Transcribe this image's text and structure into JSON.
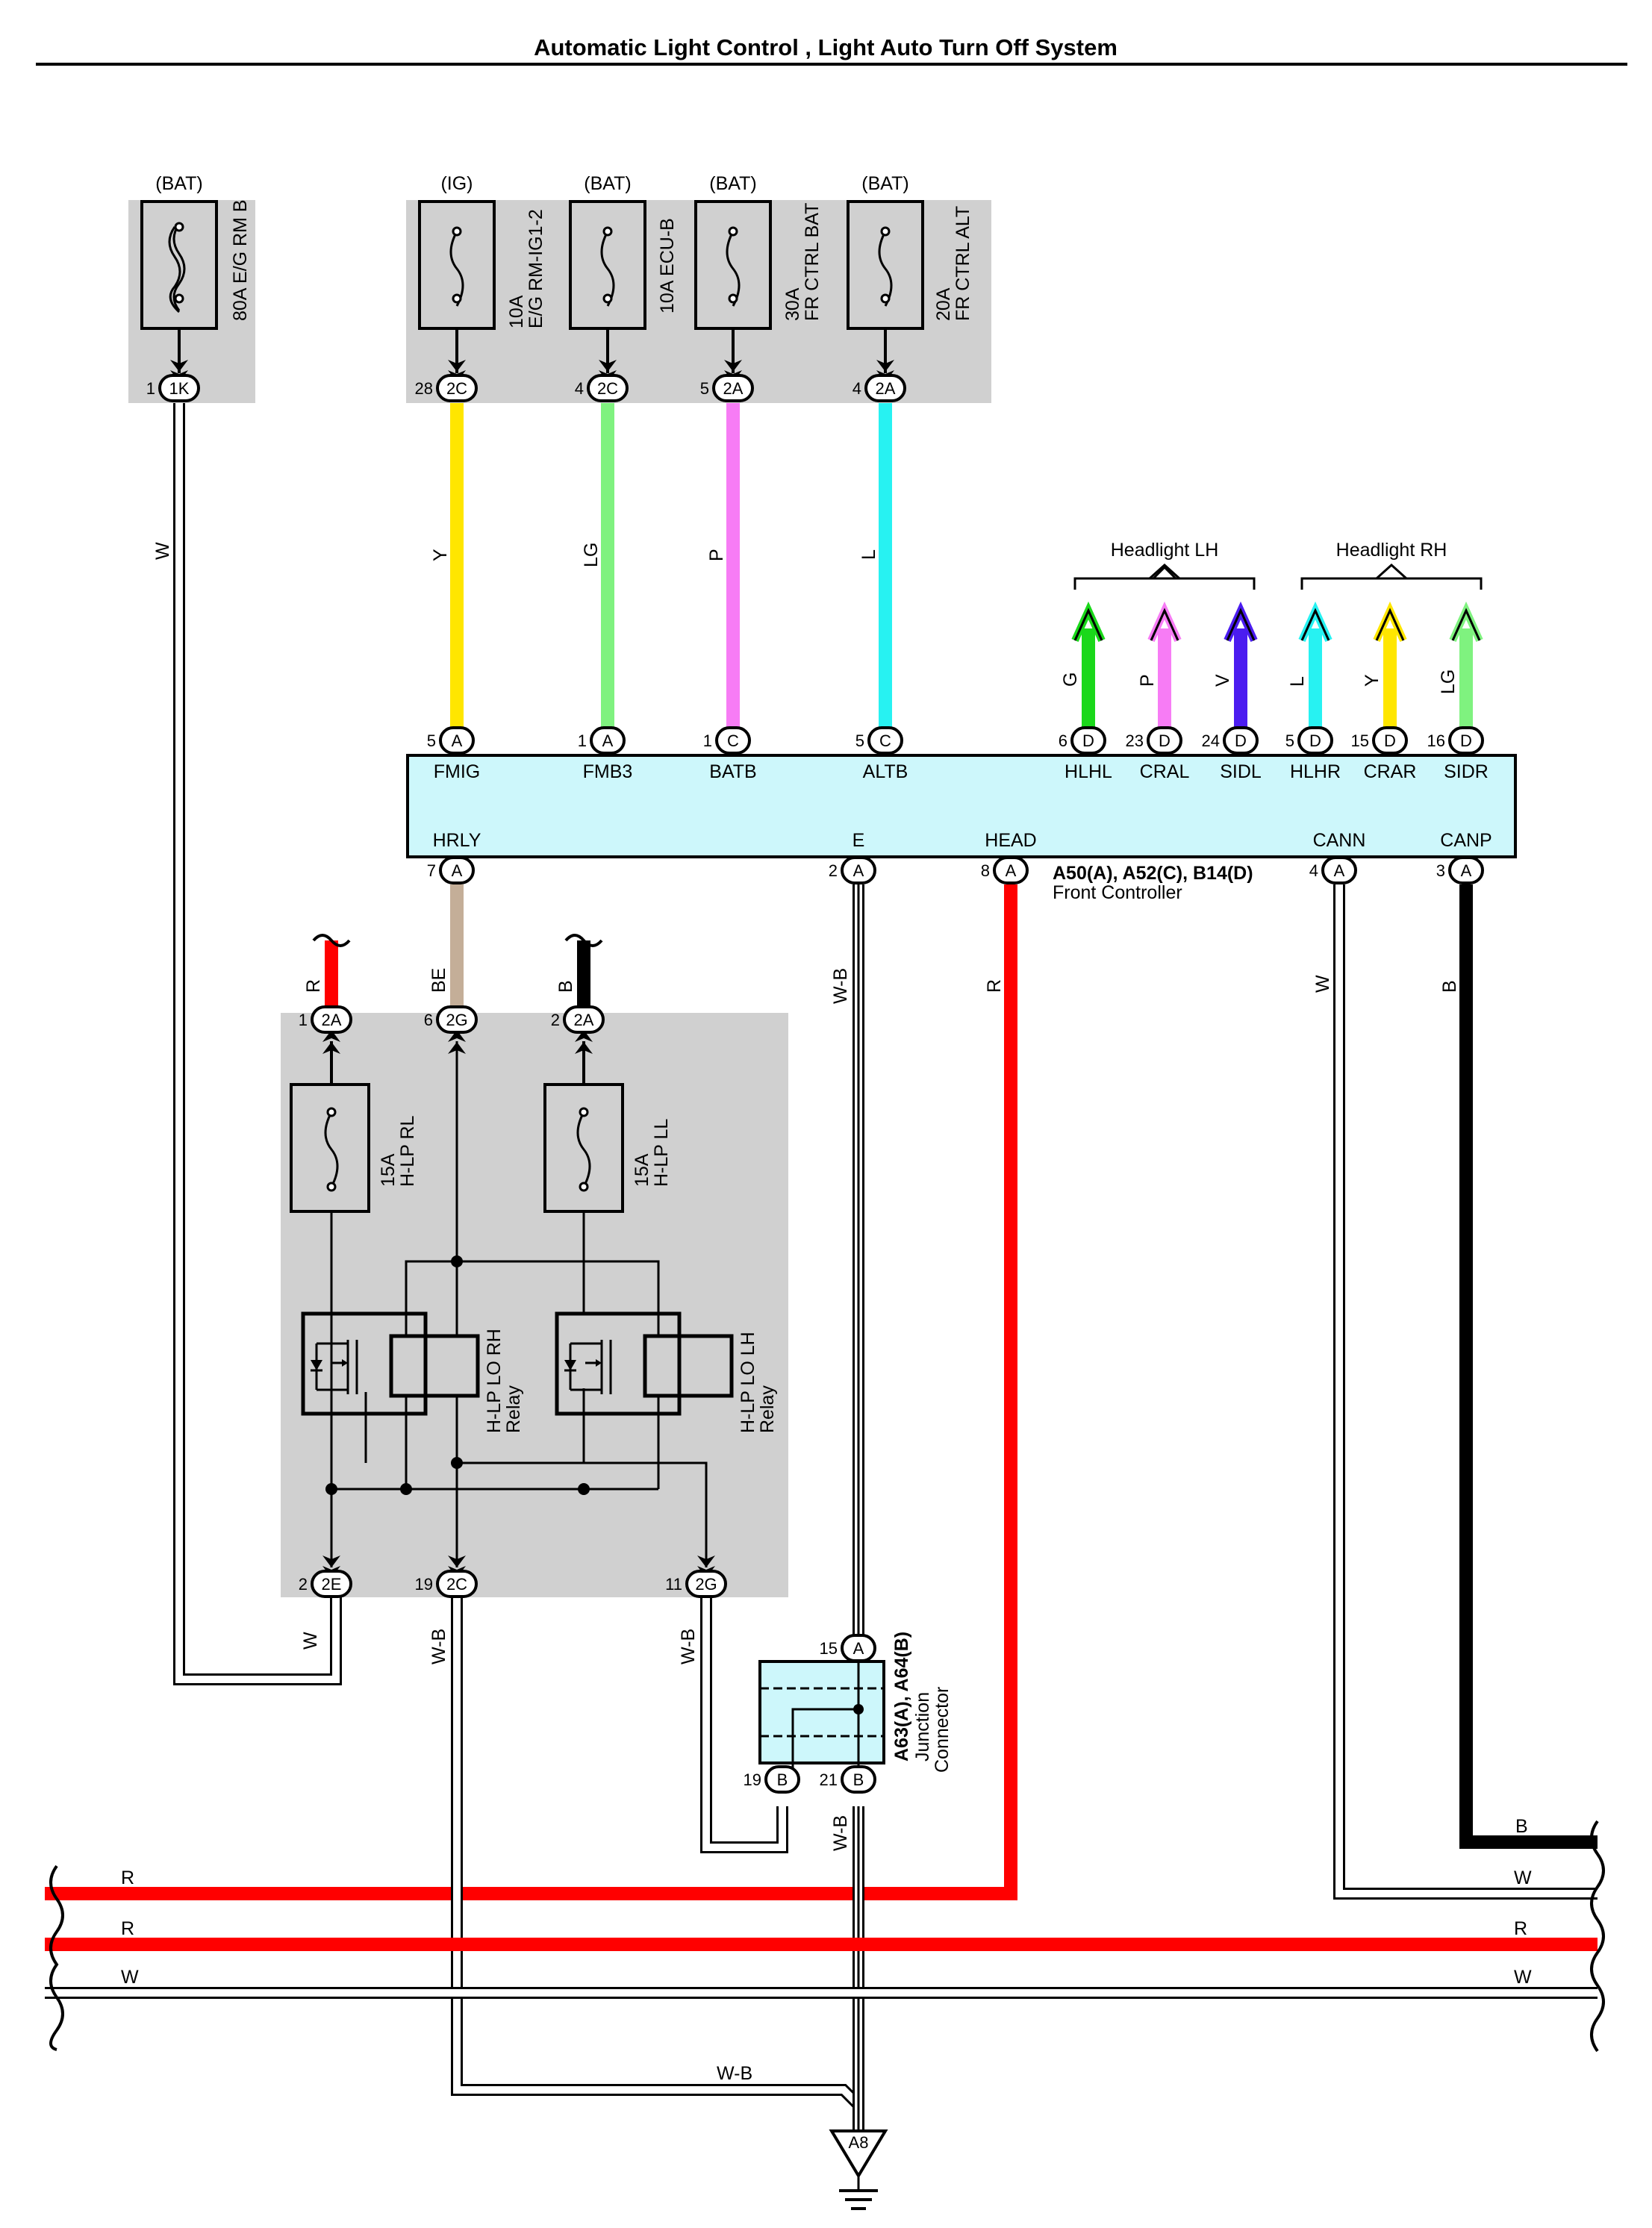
{
  "title": "Automatic Light Control , Light Auto Turn Off System",
  "colors": {
    "Y": "#ffe600",
    "LG": "#7ff27f",
    "P": "#f77cf5",
    "L": "#27f2f2",
    "G": "#1ad81a",
    "V": "#4b1cf0",
    "R": "#ff0000",
    "B": "#000000",
    "BE": "#c4ae98",
    "W": "#ffffff",
    "ecu_fill": "#cdf7fb",
    "block_gray": "#d0d0d0"
  },
  "fuses": {
    "bat1": {
      "supply": "(BAT)",
      "name": "80A E/G RM B",
      "pin": "1",
      "conn": "1K"
    },
    "ig": {
      "supply": "(IG)",
      "rating": "10A",
      "name": "E/G RM-IG1-2",
      "pin": "28",
      "conn": "2C"
    },
    "ecub": {
      "supply": "(BAT)",
      "name": "10A ECU-B",
      "pin": "4",
      "conn": "2C"
    },
    "frbat": {
      "supply": "(BAT)",
      "rating": "30A",
      "name": "FR CTRL BAT",
      "pin": "5",
      "conn": "2A"
    },
    "fralt": {
      "supply": "(BAT)",
      "rating": "20A",
      "name": "FR CTRL ALT",
      "pin": "4",
      "conn": "2A"
    }
  },
  "wire_colors": {
    "w_bat": "W",
    "fmig": "Y",
    "fmb3": "LG",
    "batb": "P",
    "altb": "L",
    "hlhl": "G",
    "cral": "P",
    "sidl": "V",
    "hlhr": "L",
    "crar": "Y",
    "sidr": "LG",
    "relay_r": "R",
    "hrly": "BE",
    "relay_b": "B",
    "e": "W-B",
    "head": "R",
    "cann": "W",
    "canp": "B",
    "out_2e": "W",
    "out_2c": "W-B",
    "out_2g": "W-B",
    "jc_out": "W-B",
    "ground_run": "W-B",
    "bus_b": "B",
    "bus_w1": "W",
    "bus_r1": "R",
    "bus_r2": "R",
    "bus_r2_right": "R",
    "bus_w2": "W",
    "bus_w2_right": "W"
  },
  "headlights": {
    "lh": "Headlight LH",
    "rh": "Headlight RH"
  },
  "ecu": {
    "label": "A50(A), A52(C), B14(D)",
    "name": "Front Controller",
    "top_pins": [
      {
        "pin": "5",
        "conn": "A",
        "term": "FMIG"
      },
      {
        "pin": "1",
        "conn": "A",
        "term": "FMB3"
      },
      {
        "pin": "1",
        "conn": "C",
        "term": "BATB"
      },
      {
        "pin": "5",
        "conn": "C",
        "term": "ALTB"
      },
      {
        "pin": "6",
        "conn": "D",
        "term": "HLHL"
      },
      {
        "pin": "23",
        "conn": "D",
        "term": "CRAL"
      },
      {
        "pin": "24",
        "conn": "D",
        "term": "SIDL"
      },
      {
        "pin": "5",
        "conn": "D",
        "term": "HLHR"
      },
      {
        "pin": "15",
        "conn": "D",
        "term": "CRAR"
      },
      {
        "pin": "16",
        "conn": "D",
        "term": "SIDR"
      }
    ],
    "bottom_pins": [
      {
        "pin": "7",
        "conn": "A",
        "term": "HRLY"
      },
      {
        "pin": "2",
        "conn": "A",
        "term": "E"
      },
      {
        "pin": "8",
        "conn": "A",
        "term": "HEAD"
      },
      {
        "pin": "4",
        "conn": "A",
        "term": "CANN"
      },
      {
        "pin": "3",
        "conn": "A",
        "term": "CANP"
      }
    ]
  },
  "relay_block": {
    "top_pins": [
      {
        "pin": "1",
        "conn": "2A"
      },
      {
        "pin": "6",
        "conn": "2G"
      },
      {
        "pin": "2",
        "conn": "2A"
      }
    ],
    "fuse_rl": {
      "rating": "15A",
      "name": "H-LP RL"
    },
    "fuse_ll": {
      "rating": "15A",
      "name": "H-LP LL"
    },
    "relay_rh": {
      "name": "H-LP LO RH",
      "sub": "Relay"
    },
    "relay_lh": {
      "name": "H-LP LO LH",
      "sub": "Relay"
    },
    "bottom_pins": [
      {
        "pin": "2",
        "conn": "2E"
      },
      {
        "pin": "19",
        "conn": "2C"
      },
      {
        "pin": "11",
        "conn": "2G"
      }
    ]
  },
  "junction": {
    "label": "A63(A), A64(B)",
    "name1": "Junction",
    "name2": "Connector",
    "pin_top": {
      "pin": "15",
      "conn": "A"
    },
    "pin_left": {
      "pin": "19",
      "conn": "B"
    },
    "pin_right": {
      "pin": "21",
      "conn": "B"
    }
  },
  "ground": {
    "id": "A8"
  }
}
